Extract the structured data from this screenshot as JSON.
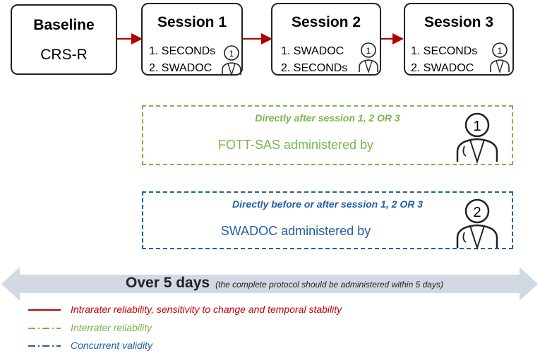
{
  "boxes": [
    {
      "title": "Baseline",
      "subtitle": "CRS-R"
    },
    {
      "title": "Session 1",
      "items": [
        "1. SECONDs",
        "2. SWADOC"
      ],
      "badge": "1"
    },
    {
      "title": "Session 2",
      "items": [
        "1. SWADOC",
        "2. SECONDs"
      ],
      "badge": "1"
    },
    {
      "title": "Session 3",
      "items": [
        "1. SECONDs",
        "2. SWADOC"
      ],
      "badge": "1"
    }
  ],
  "interrater_box": {
    "title": "Directly after session 1, 2 OR 3",
    "text": "FOTT-SAS administered by",
    "badge": "1",
    "color": "#7ab648"
  },
  "concurrent_box": {
    "title": "Directly before or after session 1, 2 OR 3",
    "text": "SWADOC administered by",
    "badge": "2",
    "color": "#1f5fa6"
  },
  "timeline": {
    "main": "Over 5 days",
    "note": "(the complete protocol should be administered within 5 days)"
  },
  "legend": [
    {
      "label": "Intrarater reliability, sensitivity to change and temporal stability",
      "color": "#c00000",
      "style": "solid"
    },
    {
      "label": "Interrater reliability",
      "color": "#7ab648",
      "style": "dashdot"
    },
    {
      "label": "Concurrent  validity",
      "color": "#1f5fa6",
      "style": "dashdot"
    }
  ],
  "colors": {
    "arrow": "#b00000",
    "timeline": "#d3d9e4"
  }
}
